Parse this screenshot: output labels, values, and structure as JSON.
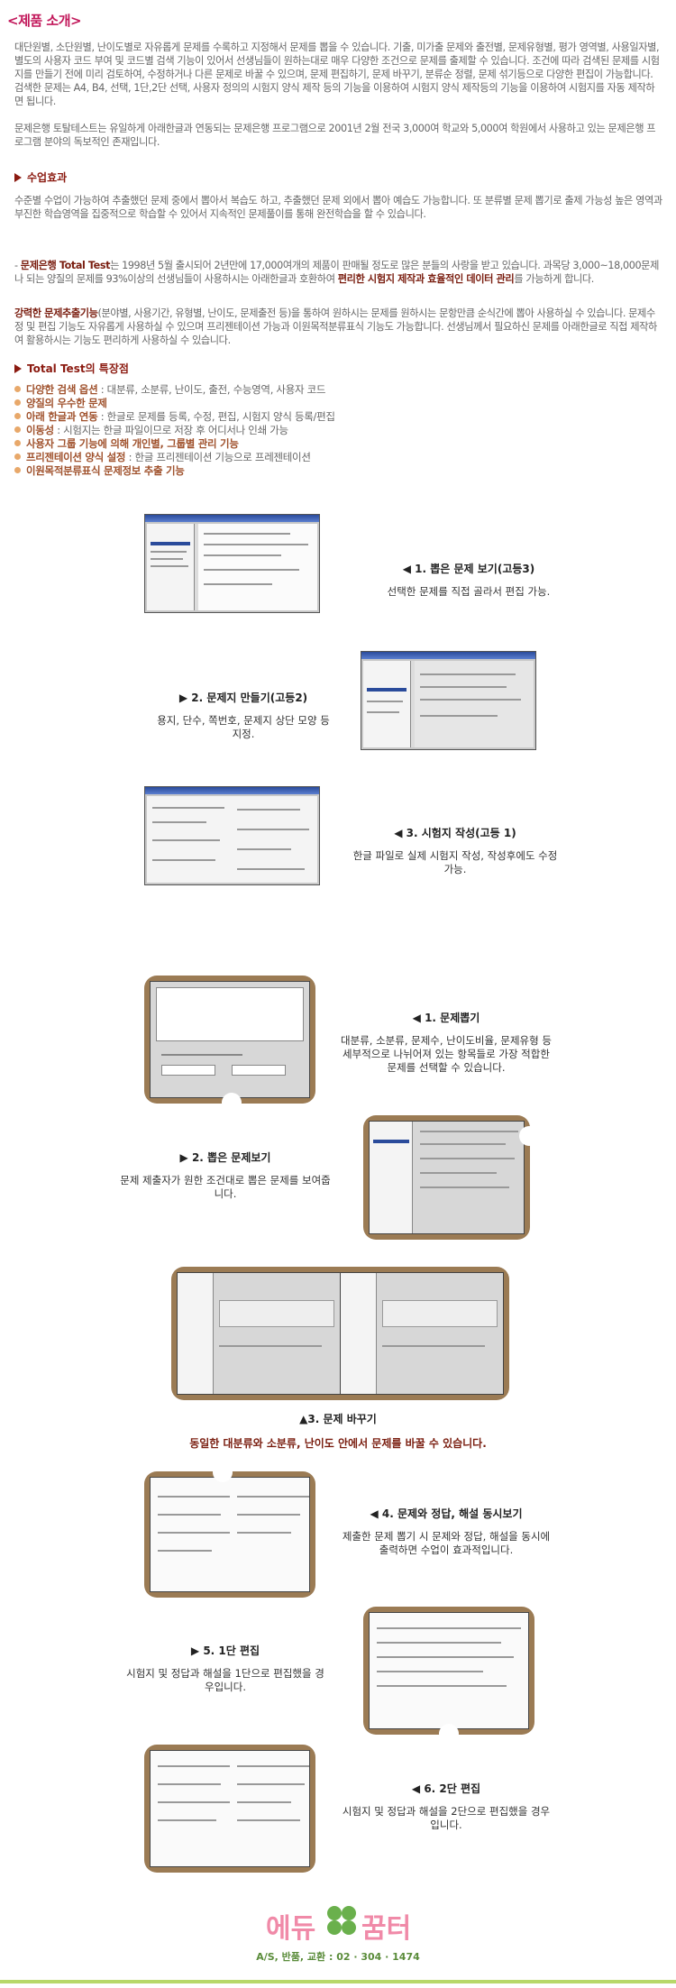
{
  "title": "<제품 소개>",
  "intro": {
    "p1": "대단원별, 소단원별, 난이도별로 자유롭게 문제를 수록하고 지정해서 문제를 뽑을 수 있습니다. 기출, 미가출 문제와 출전별, 문제유형별, 평가 영역별, 사용일자별, 별도의 사용자 코드 부여 및 코드별 검색 기능이 있어서 선생님들이 원하는대로 매우 다양한 조건으로 문제를 출제할 수 있습니다. 조건에 따라 검색된 문제를 시험지를 만들기 전에 미리 검토하여, 수정하거나 다른 문제로 바꿀 수 있으며, 문제 편집하기, 문제 바꾸기, 분류순 정렬, 문제 섞기등으로 다양한 편집이 가능합니다. 검색한 문제는 A4, B4, 선택, 1단,2단 선택, 사용자 정의의 시험지 양식 제작 등의 기능을 이용하여 시험지 양식 제작등의 기능을 이용하여 시험지를 자동 제작하면 됩니다.",
    "p2": "문제은행 토탈테스트는 유일하게 아래한글과 연동되는 문제은행 프로그램으로 2001년 2월 전국 3,000여 학교와 5,000여 학원에서 사용하고 있는 문제은행 프로그램 분야의 독보적인 존재입니다."
  },
  "effect": {
    "heading": "수업효과",
    "p1": "수준별 수업이 가능하여 추출했던 문제 중에서 뽑아서 복습도 하고, 추출했던 문제 외에서 뽑아 예습도 가능합니다. 또 분류별 문제 뽑기로 출제 가능성 높은 영역과 부진한 학습영역을 집중적으로 학습할 수 있어서 지속적인 문제풀이를 통해 완전학습을 할 수 있습니다.",
    "p2_pre": "- ",
    "p2_hl1": "문제은행 Total Test",
    "p2_mid": "는 1998년 5월 출시되어 2년만에 17,000여개의 제품이 판매될 정도로 많은 분들의 사랑을 받고 있습니다. 과목당 3,000~18,000문제나 되는 양질의 문제를 93%이상의 선생님들이 사용하시는 아래한글과 호환하여 ",
    "p2_hl2": "편리한 시험지 제작과 효율적인 데이터 관리",
    "p2_post": "를 가능하게 합니다.",
    "p3_hl": "강력한 문제추출기능",
    "p3_post": "(분야별, 사용기간, 유형별, 난이도, 문제출전 등)을 통하여 원하시는 문제를 원하시는 문항만큼 순식간에 뽑아 사용하실 수 있습니다. 문제수정 및 편집 기능도 자유롭게 사용하실 수 있으며 프리젠테이션 가능과 이원목적분류표식 기능도 가능합니다. 선생님께서 필요하신 문제를 아래한글로 직접 제작하여 활용하시는 기능도 편리하게 사용하실 수 있습니다."
  },
  "features": {
    "heading": "Total Test의 특장점",
    "items": [
      {
        "name": "다양한 검색 옵션",
        "desc": " : 대분류, 소분류, 난이도, 출전, 수능영역, 사용자 코드"
      },
      {
        "name": "양질의 우수한 문제",
        "desc": ""
      },
      {
        "name": "아래 한글과 연동",
        "desc": " : 한글로 문제를 등록, 수정, 편집, 시험지 양식 등록/편집"
      },
      {
        "name": "이동성",
        "desc": " : 시험지는 한글 파일이므로 저장 후 어디서나 인쇄 가능"
      },
      {
        "name": "사용자 그룹 기능에 의해 개인별, 그룹별 관리 기능",
        "desc": ""
      },
      {
        "name": "프리젠테이션 양식 설정",
        "desc": " : 한글 프리젠테이션 기능으로 프레젠테이션"
      },
      {
        "name": "이원목적분류표식 문제정보 추출 기능",
        "desc": ""
      }
    ]
  },
  "gallery1": [
    {
      "title": "◀ 1. 뽑은 문제 보기(고등3)",
      "desc": "선택한 문제를 직접 골라서 편집 가능."
    },
    {
      "title": "▶ 2. 문제지 만들기(고등2)",
      "desc": "용지, 단수, 쪽번호, 문제지 상단 모양 등 지정."
    },
    {
      "title": "◀ 3. 시험지 작성(고등 1)",
      "desc": "한글 파일로 실제 시험지 작성, 작성후에도 수정 가능."
    }
  ],
  "gallery2": [
    {
      "title": "◀ 1. 문제뽑기",
      "desc": "대분류, 소분류, 문제수, 난이도비율, 문제유형 등 세부적으로 나뉘어져 있는 항목들로 가장 적합한 문제를 선택할 수 있습니다."
    },
    {
      "title": "▶ 2. 뽑은 문제보기",
      "desc": "문제 제출자가 원한 조건대로 뽑은 문제를 보여줍니다."
    },
    {
      "title": "▲3. 문제 바꾸기",
      "desc": "동일한 대분류와 소분류, 난이도 안에서 문제를 바꿀 수 있습니다."
    },
    {
      "title": "◀ 4. 문제와 정답, 해설 동시보기",
      "desc": "제출한 문제 뽑기 시 문제와 정답, 해설을 동시에 출력하면 수업이 효과적입니다."
    },
    {
      "title": "▶ 5. 1단 편집",
      "desc": "시험지 및 정답과 해설을 1단으로 편집했을 경우입니다."
    },
    {
      "title": "◀ 6. 2단 편집",
      "desc": "시험지 및 정답과 해설을 2단으로 편집했을 경우입니다."
    }
  ],
  "footer": {
    "logo_text_left": "에듀",
    "logo_text_right": "꿈터",
    "as": "A/S, 반품, 교환 : 02 · 304 · 1474"
  },
  "colors": {
    "title": "#c2185b",
    "heading": "#8b1a10",
    "frame": "#9b7b54",
    "logo_pink": "#f08aa8",
    "logo_green": "#6ab04c"
  }
}
